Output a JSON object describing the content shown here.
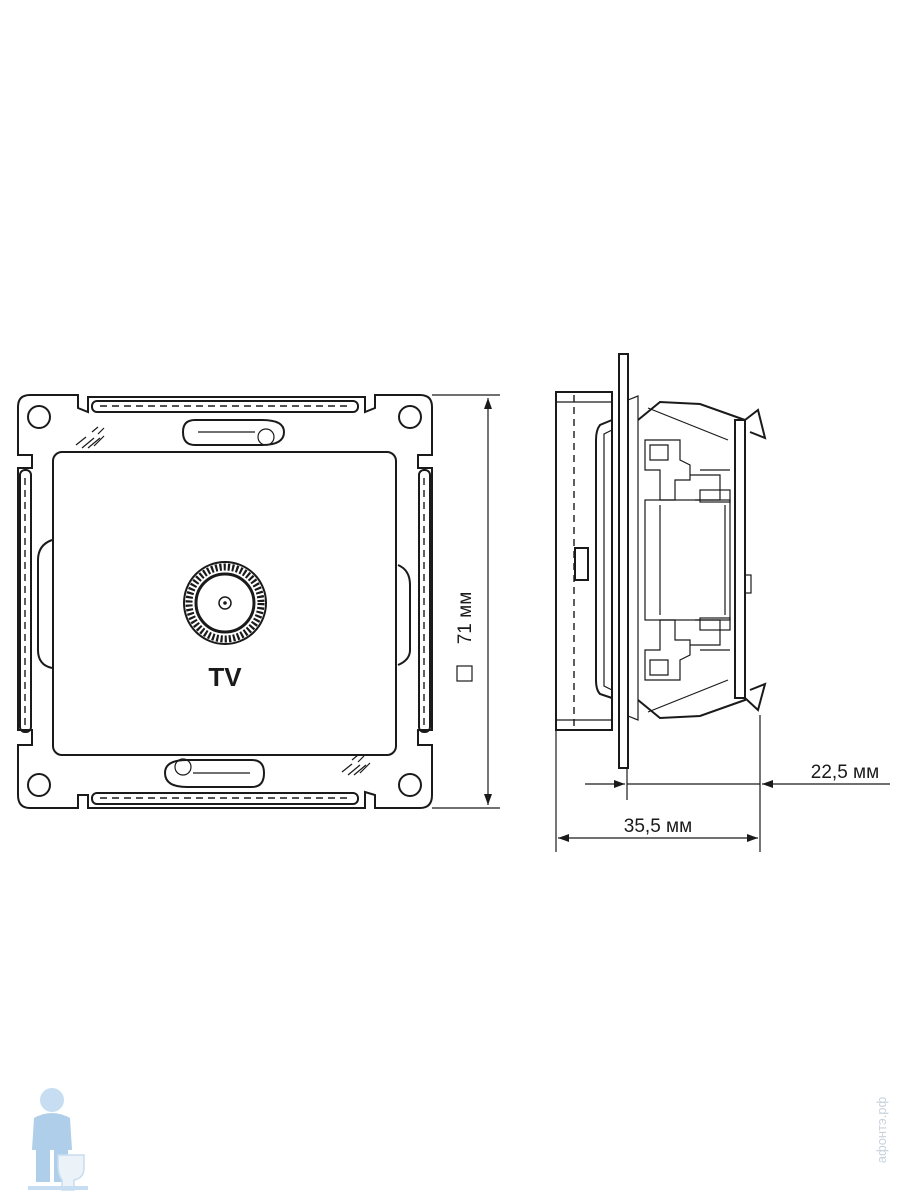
{
  "front_view": {
    "socket_label": "TV"
  },
  "dimensions": {
    "side": "71 мм",
    "total_depth": "35,5 мм",
    "mount_depth": "22,5 мм"
  },
  "watermark": {
    "text": "афонтэ.рф",
    "logo_icon": "plumber-mascot-icon"
  }
}
